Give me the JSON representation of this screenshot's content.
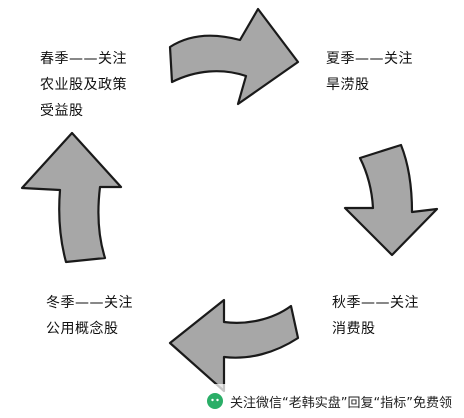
{
  "labels": {
    "spring": {
      "line1": "春季——关注",
      "line2": "农业股及政策",
      "line3": "受益股"
    },
    "summer": {
      "line1": "夏季——关注",
      "line2": "旱涝股"
    },
    "autumn": {
      "line1": "秋季——关注",
      "line2": "消费股"
    },
    "winter": {
      "line1": "冬季——关注",
      "line2": "公用概念股"
    }
  },
  "watermark": {
    "text": "关注微信“老韩实盘”回复“指标”免费领"
  },
  "colors": {
    "arrow_fill": "#a7a7a7",
    "arrow_stroke": "#1a1a1a",
    "text": "#111111"
  }
}
